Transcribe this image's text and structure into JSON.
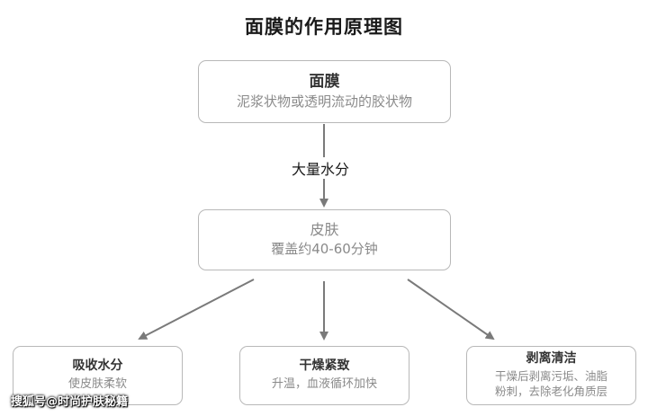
{
  "title": "面膜的作用原理图",
  "colors": {
    "node_border": "#b8b8b8",
    "arrow": "#7a7a7a",
    "heading_text": "#333333",
    "muted_text": "#8a8a8a"
  },
  "nodes": {
    "mask": {
      "heading": "面膜",
      "description": "泥浆状物或透明流动的胶状物"
    },
    "skin": {
      "heading": "皮肤",
      "description": "覆盖约40-60分钟"
    },
    "absorb": {
      "heading": "吸收水分",
      "description": "使皮肤柔软"
    },
    "dry": {
      "heading": "干燥紧致",
      "description": "升温，血液循环加快"
    },
    "peel": {
      "heading": "剥离清洁",
      "description_line1": "干燥后剥离污垢、油脂",
      "description_line2": "粉刺，去除老化角质层"
    }
  },
  "edges": {
    "mask_to_skin_label": "大量水分"
  },
  "watermark": "搜狐号@时尚护肤秘籍"
}
